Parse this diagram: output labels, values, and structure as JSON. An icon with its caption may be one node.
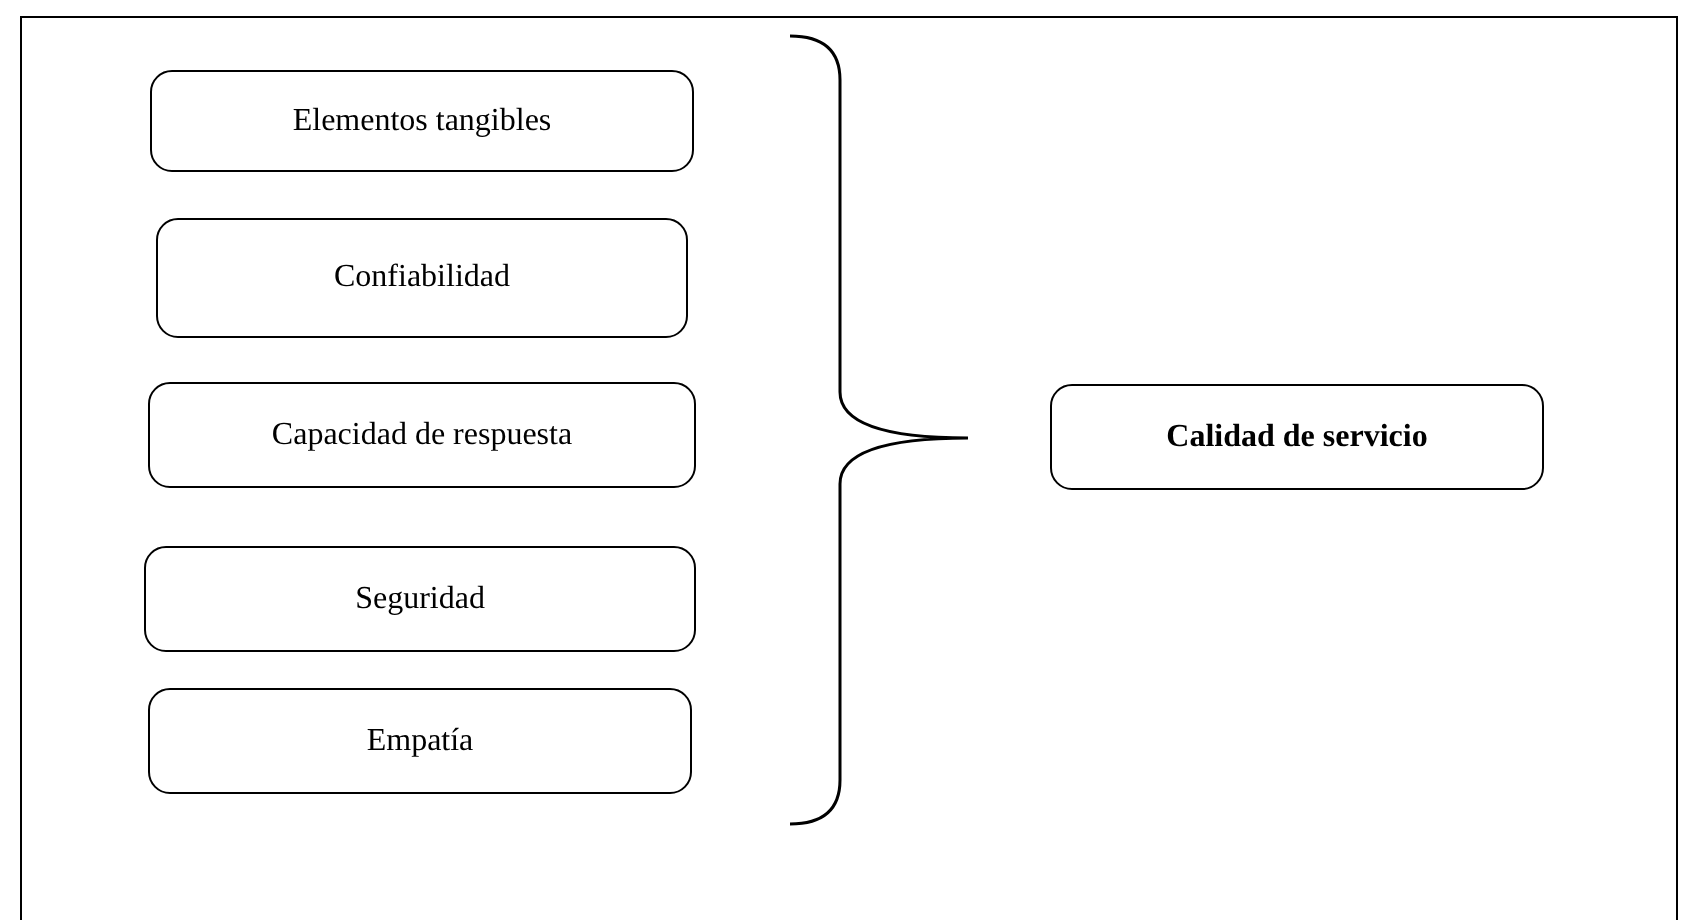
{
  "diagram": {
    "nodes": [
      {
        "text": [
          "Elementos tangibles"
        ]
      },
      {
        "text": [
          "Confiabilidad"
        ]
      },
      {
        "text": [
          "Capacidad de respuesta"
        ]
      },
      {
        "text": [
          "Seguridad"
        ]
      },
      {
        "text": [
          "Empatía"
        ]
      },
      {
        "text": [
          "Calidad de servicio"
        ]
      }
    ]
  }
}
